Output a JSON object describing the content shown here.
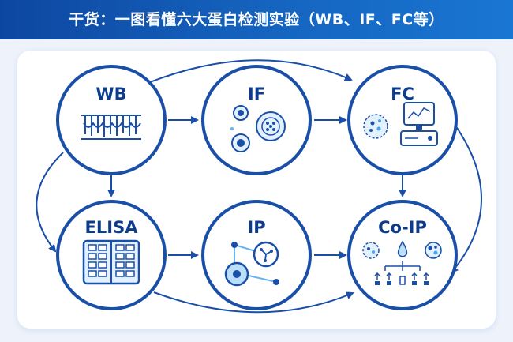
{
  "header": {
    "title": "干货：一图看懂六大蛋白检测实验（WB、IF、FC等）"
  },
  "nodes": [
    {
      "id": "wb",
      "label": "WB",
      "icon": "western-blot-bands-icon"
    },
    {
      "id": "if",
      "label": "IF",
      "icon": "fluorescent-cells-icon"
    },
    {
      "id": "fc",
      "label": "FC",
      "icon": "flow-cytometer-icon"
    },
    {
      "id": "elisa",
      "label": "ELISA",
      "icon": "well-plate-icon"
    },
    {
      "id": "ip",
      "label": "IP",
      "icon": "immunoprecipitation-bead-icon"
    },
    {
      "id": "coip",
      "label": "Co-IP",
      "icon": "co-immunoprecipitation-complex-icon"
    }
  ],
  "colors": {
    "primary": "#0d47a1",
    "accent": "#1565c0",
    "light": "#bbdefb",
    "background": "#eef3fb"
  }
}
